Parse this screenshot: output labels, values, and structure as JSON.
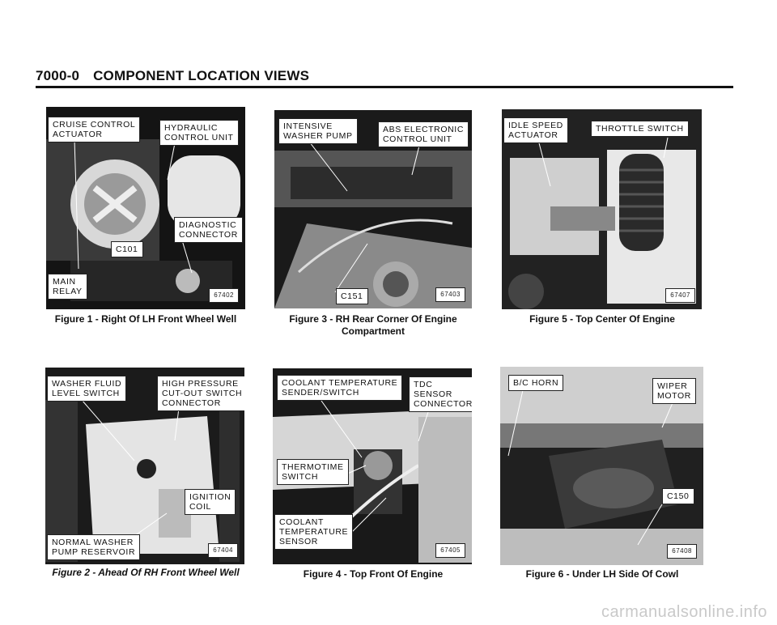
{
  "header": {
    "code": "7000-0",
    "title": "COMPONENT LOCATION VIEWS"
  },
  "figures": [
    {
      "labels": [
        "CRUISE CONTROL\nACTUATOR",
        "HYDRAULIC\nCONTROL UNIT",
        "DIAGNOSTIC\nCONNECTOR",
        "C101",
        "MAIN\nRELAY"
      ],
      "ref": "67402",
      "caption": "Figure 1 - Right Of LH Front Wheel Well"
    },
    {
      "labels": [
        "INTENSIVE\nWASHER PUMP",
        "ABS ELECTRONIC\nCONTROL UNIT",
        "C151"
      ],
      "ref": "67403",
      "caption": "Figure 3 - RH Rear Corner Of Engine\nCompartment"
    },
    {
      "labels": [
        "IDLE SPEED\nACTUATOR",
        "THROTTLE SWITCH"
      ],
      "ref": "67407",
      "caption": "Figure 5 - Top Center Of Engine"
    },
    {
      "labels": [
        "WASHER FLUID\nLEVEL SWITCH",
        "HIGH PRESSURE\nCUT-OUT SWITCH\nCONNECTOR",
        "IGNITION\nCOIL",
        "NORMAL WASHER\nPUMP RESERVOIR"
      ],
      "ref": "67404",
      "caption": "Figure 2 - Ahead Of RH Front Wheel Well"
    },
    {
      "labels": [
        "COOLANT TEMPERATURE\nSENDER/SWITCH",
        "TDC\nSENSOR\nCONNECTOR",
        "THERMOTIME\nSWITCH",
        "COOLANT\nTEMPERATURE\nSENSOR"
      ],
      "ref": "67405",
      "caption": "Figure 4 - Top Front Of Engine"
    },
    {
      "labels": [
        "B/C HORN",
        "WIPER\nMOTOR",
        "C150"
      ],
      "ref": "67408",
      "caption": "Figure 6 - Under LH Side Of Cowl"
    }
  ],
  "watermark": "carmanualsonline.info"
}
